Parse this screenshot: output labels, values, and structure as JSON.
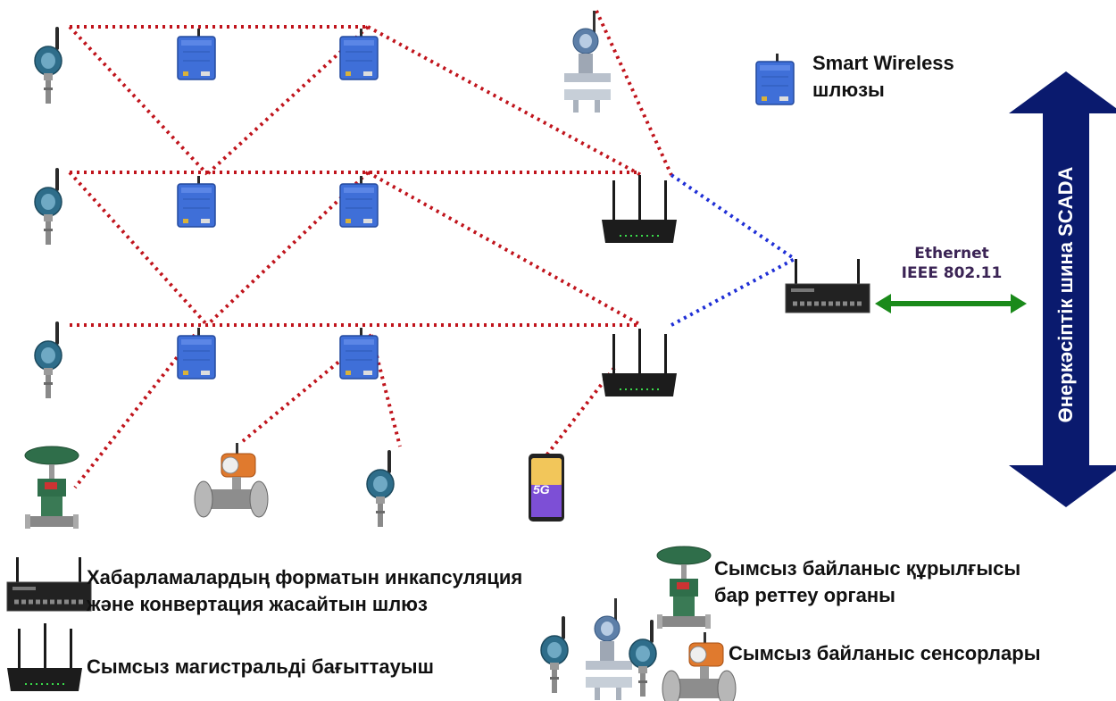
{
  "gateway_label": {
    "line1": "Smart Wireless",
    "line2": "шлюзы"
  },
  "ethernet_label": {
    "line1": "Ethernet",
    "line2": "IEEE 802.11"
  },
  "bus_label": "Өнеркәсіптік шина SCADA",
  "phone_badge": "5G",
  "legend": {
    "protocol_gateway": {
      "line1": "Хабарламалардың форматын инкапсуляция",
      "line2": "және конвертация жасайтын шлюз"
    },
    "router": "Сымсыз магистральді бағыттауыш",
    "valve": {
      "line1": "Сымсыз байланыс құрылғысы",
      "line2": "бар реттеу органы"
    },
    "sensors": "Сымсыз байланыс сенсорлары"
  },
  "colors": {
    "mesh_link": "#c0141c",
    "backhaul_link": "#1f2fd6",
    "ethernet_arrow": "#1a8a1a",
    "scada_bus": "#0a1a6e",
    "gateway_module": "#3f6fd8",
    "device_body": "#2e6d8a"
  },
  "icons": [
    "transmitter-icon",
    "gateway-module-icon",
    "flow-meter-icon",
    "router-icon",
    "protocol-gateway-icon",
    "control-valve-icon",
    "magnetic-flowmeter-icon",
    "smartphone-icon",
    "double-arrow-icon"
  ]
}
